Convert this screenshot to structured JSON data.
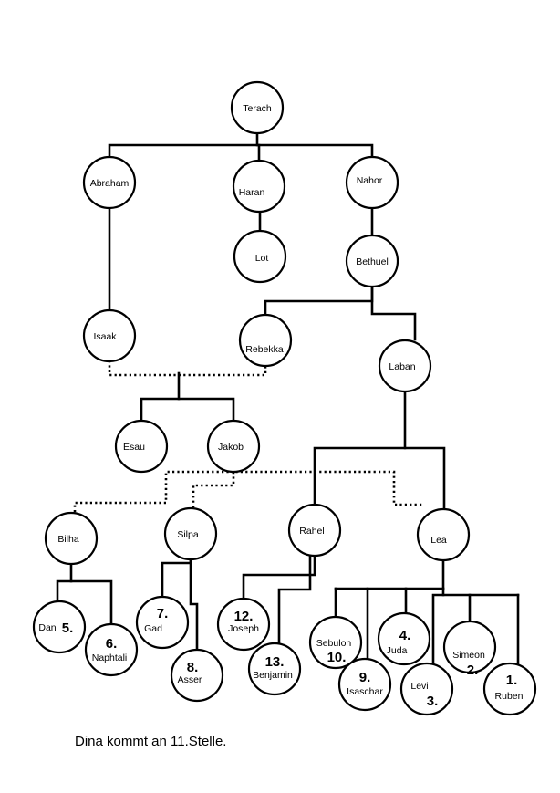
{
  "note": "Dina kommt an 11.Stelle.",
  "people": {
    "terach": {
      "name": "Terach"
    },
    "abraham": {
      "name": "Abraham"
    },
    "haran": {
      "name": "Haran"
    },
    "nahor": {
      "name": "Nahor"
    },
    "lot": {
      "name": "Lot"
    },
    "bethuel": {
      "name": "Bethuel"
    },
    "isaak": {
      "name": "Isaak"
    },
    "rebekka": {
      "name": "Rebekka"
    },
    "laban": {
      "name": "Laban"
    },
    "esau": {
      "name": "Esau"
    },
    "jakob": {
      "name": "Jakob"
    },
    "bilha": {
      "name": "Bilha"
    },
    "silpa": {
      "name": "Silpa"
    },
    "rahel": {
      "name": "Rahel"
    },
    "lea": {
      "name": "Lea"
    },
    "dan": {
      "name": "Dan",
      "order": "5."
    },
    "naphtali": {
      "name": "Naphtali",
      "order": "6."
    },
    "gad": {
      "name": "Gad",
      "order": "7."
    },
    "asser": {
      "name": "Asser",
      "order": "8."
    },
    "joseph": {
      "name": "Joseph",
      "order": "12."
    },
    "benjamin": {
      "name": "Benjamin",
      "order": "13."
    },
    "sebulon": {
      "name": "Sebulon",
      "order": "10."
    },
    "isaschar": {
      "name": "Isaschar",
      "order": "9."
    },
    "juda": {
      "name": "Juda",
      "order": "4."
    },
    "levi": {
      "name": "Levi",
      "order": "3."
    },
    "simeon": {
      "name": "Simeon",
      "order": "2."
    },
    "ruben": {
      "name": "Ruben",
      "order": "1."
    }
  }
}
